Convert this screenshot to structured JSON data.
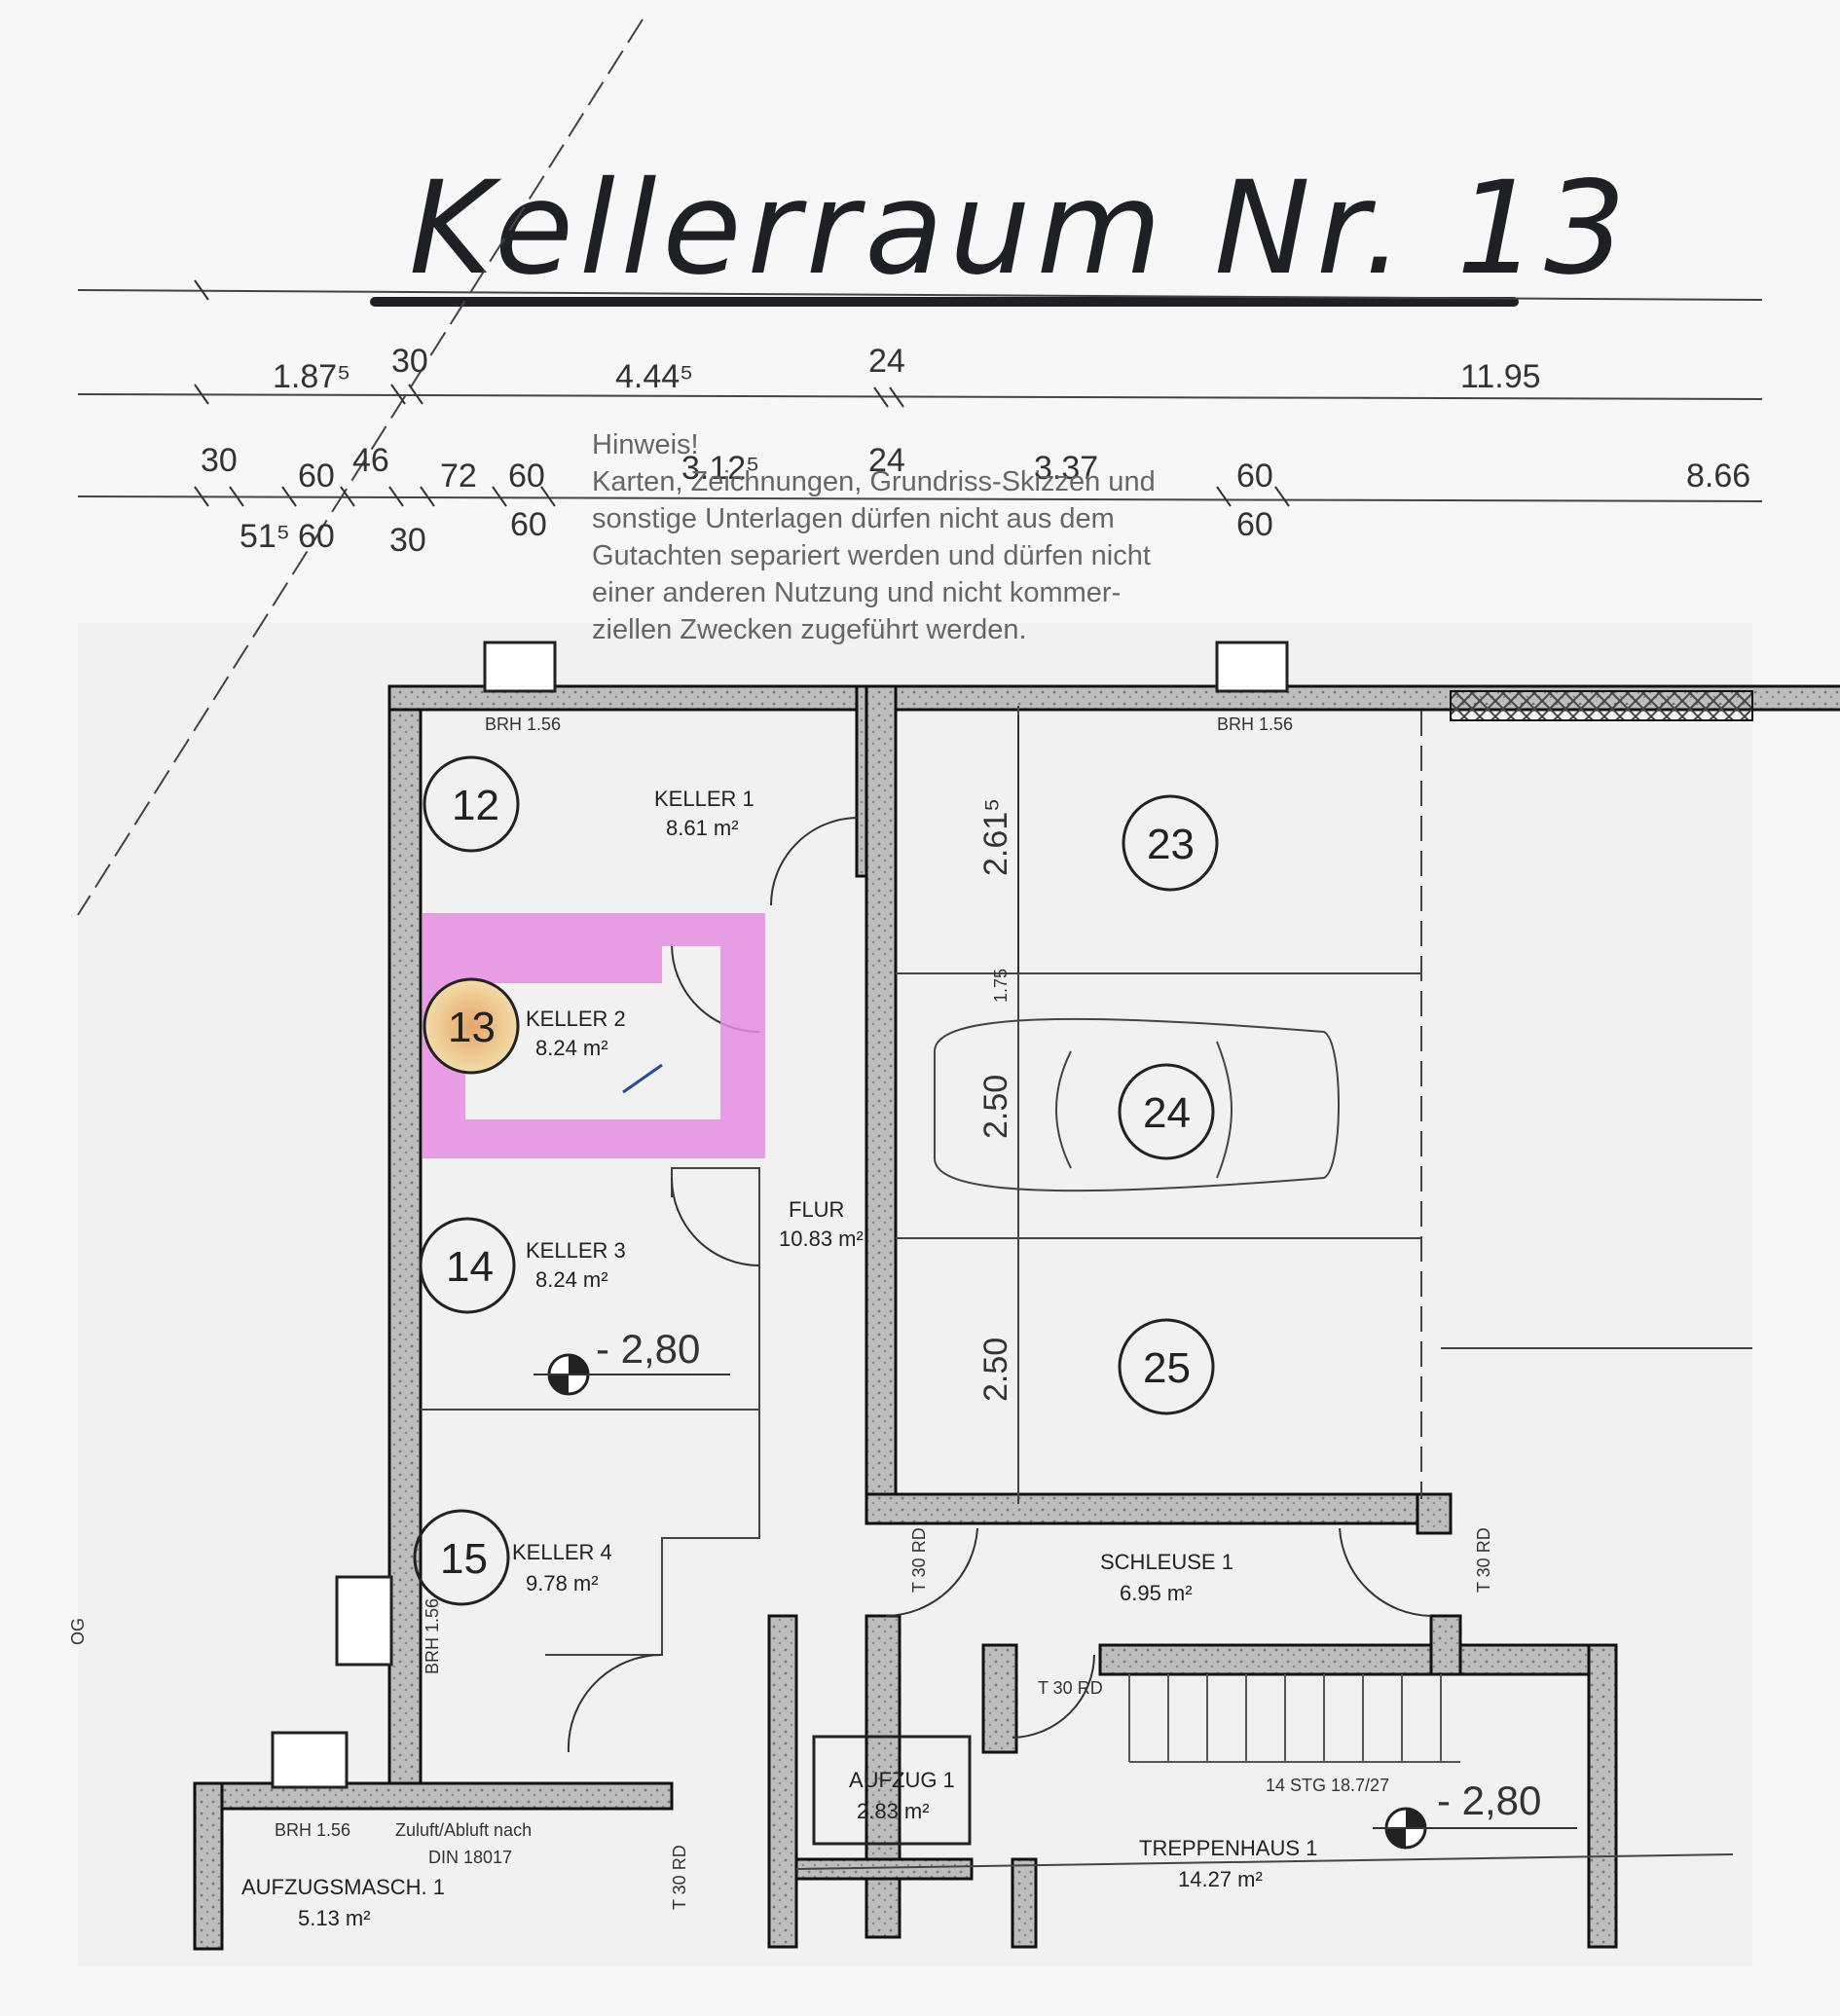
{
  "title": "Kellerraum Nr. 13",
  "dimensions": {
    "row1": [
      "1.87⁵",
      "30",
      "4.44⁵",
      "24",
      "11.95"
    ],
    "row2_top": [
      "30",
      "60",
      "46",
      "72",
      "60",
      "3.12⁵",
      "24",
      "3.37",
      "60",
      "8.66"
    ],
    "row2_bottom": [
      "51⁵",
      "60",
      "30",
      "60",
      "60"
    ],
    "v_263": "2.61⁵",
    "v_175": "1.75",
    "v_250a": "2.50",
    "v_250b": "2.50"
  },
  "notice": {
    "heading": "Hinweis!",
    "lines": [
      "Karten, Zeichnungen, Grundriss-Skizzen und",
      "sonstige Unterlagen dürfen nicht aus dem",
      "Gutachten separiert werden und dürfen nicht",
      "einer anderen Nutzung und nicht kommer-",
      "ziellen Zwecken zugeführt werden."
    ]
  },
  "rooms": {
    "keller1": {
      "name": "KELLER 1",
      "area": "8.61 m²",
      "num": "12"
    },
    "keller2": {
      "name": "KELLER 2",
      "area": "8.24 m²",
      "num": "13"
    },
    "keller3": {
      "name": "KELLER 3",
      "area": "8.24 m²",
      "num": "14"
    },
    "keller4": {
      "name": "KELLER 4",
      "area": "9.78 m²",
      "num": "15"
    },
    "flur": {
      "name": "FLUR",
      "area": "10.83 m²"
    },
    "schleuse": {
      "name": "SCHLEUSE 1",
      "area": "6.95 m²"
    },
    "aufzug": {
      "name": "AUFZUG 1",
      "area": "2.83 m²"
    },
    "treppenhaus": {
      "name": "TREPPENHAUS 1",
      "area": "14.27 m²"
    },
    "aufzugsmasch": {
      "name": "AUFZUGSMASCH. 1",
      "area": "5.13 m²"
    },
    "garage": {
      "nums": [
        "23",
        "24",
        "25"
      ]
    }
  },
  "labels": {
    "brh1": "BRH 1.56",
    "brh2": "BRH 1.56",
    "brh3": "BRH 1.56",
    "brh4": "BRH 1.56",
    "t30a": "T 30 RD",
    "t30b": "T 30 RD",
    "t30c": "T 30 RD",
    "t30d": "T 30 RD",
    "stairs": "14 STG 18.7/27",
    "level1": "- 2,80",
    "level2": "- 2,80",
    "lueftung1": "Zuluft/Abluft nach",
    "lueftung2": "DIN 18017",
    "margin": "OG"
  },
  "colors": {
    "highlight": "#e58de0",
    "wall": "#9a9a9a",
    "ink": "#222222",
    "marker": "#d99a5a"
  }
}
